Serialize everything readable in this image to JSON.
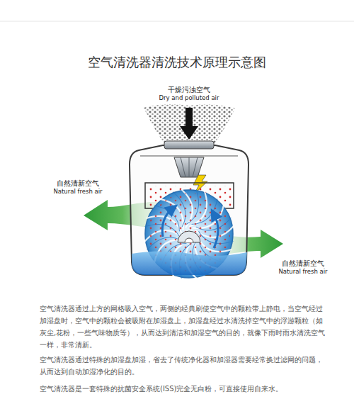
{
  "diagram": {
    "title": "空气清洗器清洗技术原理示意图",
    "labels": [
      "干燥污浊空气",
      "Dry and polluted air",
      "自然清新空气",
      "Natural fresh air",
      "自然清新空气",
      "Natural fresh air",
      "空气清洗器通过上方的网格吸入空气，两侧的经典刷使空气中的颗粒带上静电，当空气经过加湿盘时，空气中的颗粒会被吸附在加湿盘上，加湿盘经过水清洗掉空气中的浮游颗粒（如灰尘,花粉，一些气味物质等），从而达到清洁和加湿空气的目的，就像下雨时雨水清洗空气一样，非常清新。",
      "空气清洗器通过特殊的加湿盘加湿，省去了传统净化器和加湿器需要经常换过滤网的问题，从而达到自动加湿净化的目的。",
      "空气清洗器是一套特殊的抗菌安全系统(ISS)完全无白粉，可直接使用自来水。"
    ]
  }
}
